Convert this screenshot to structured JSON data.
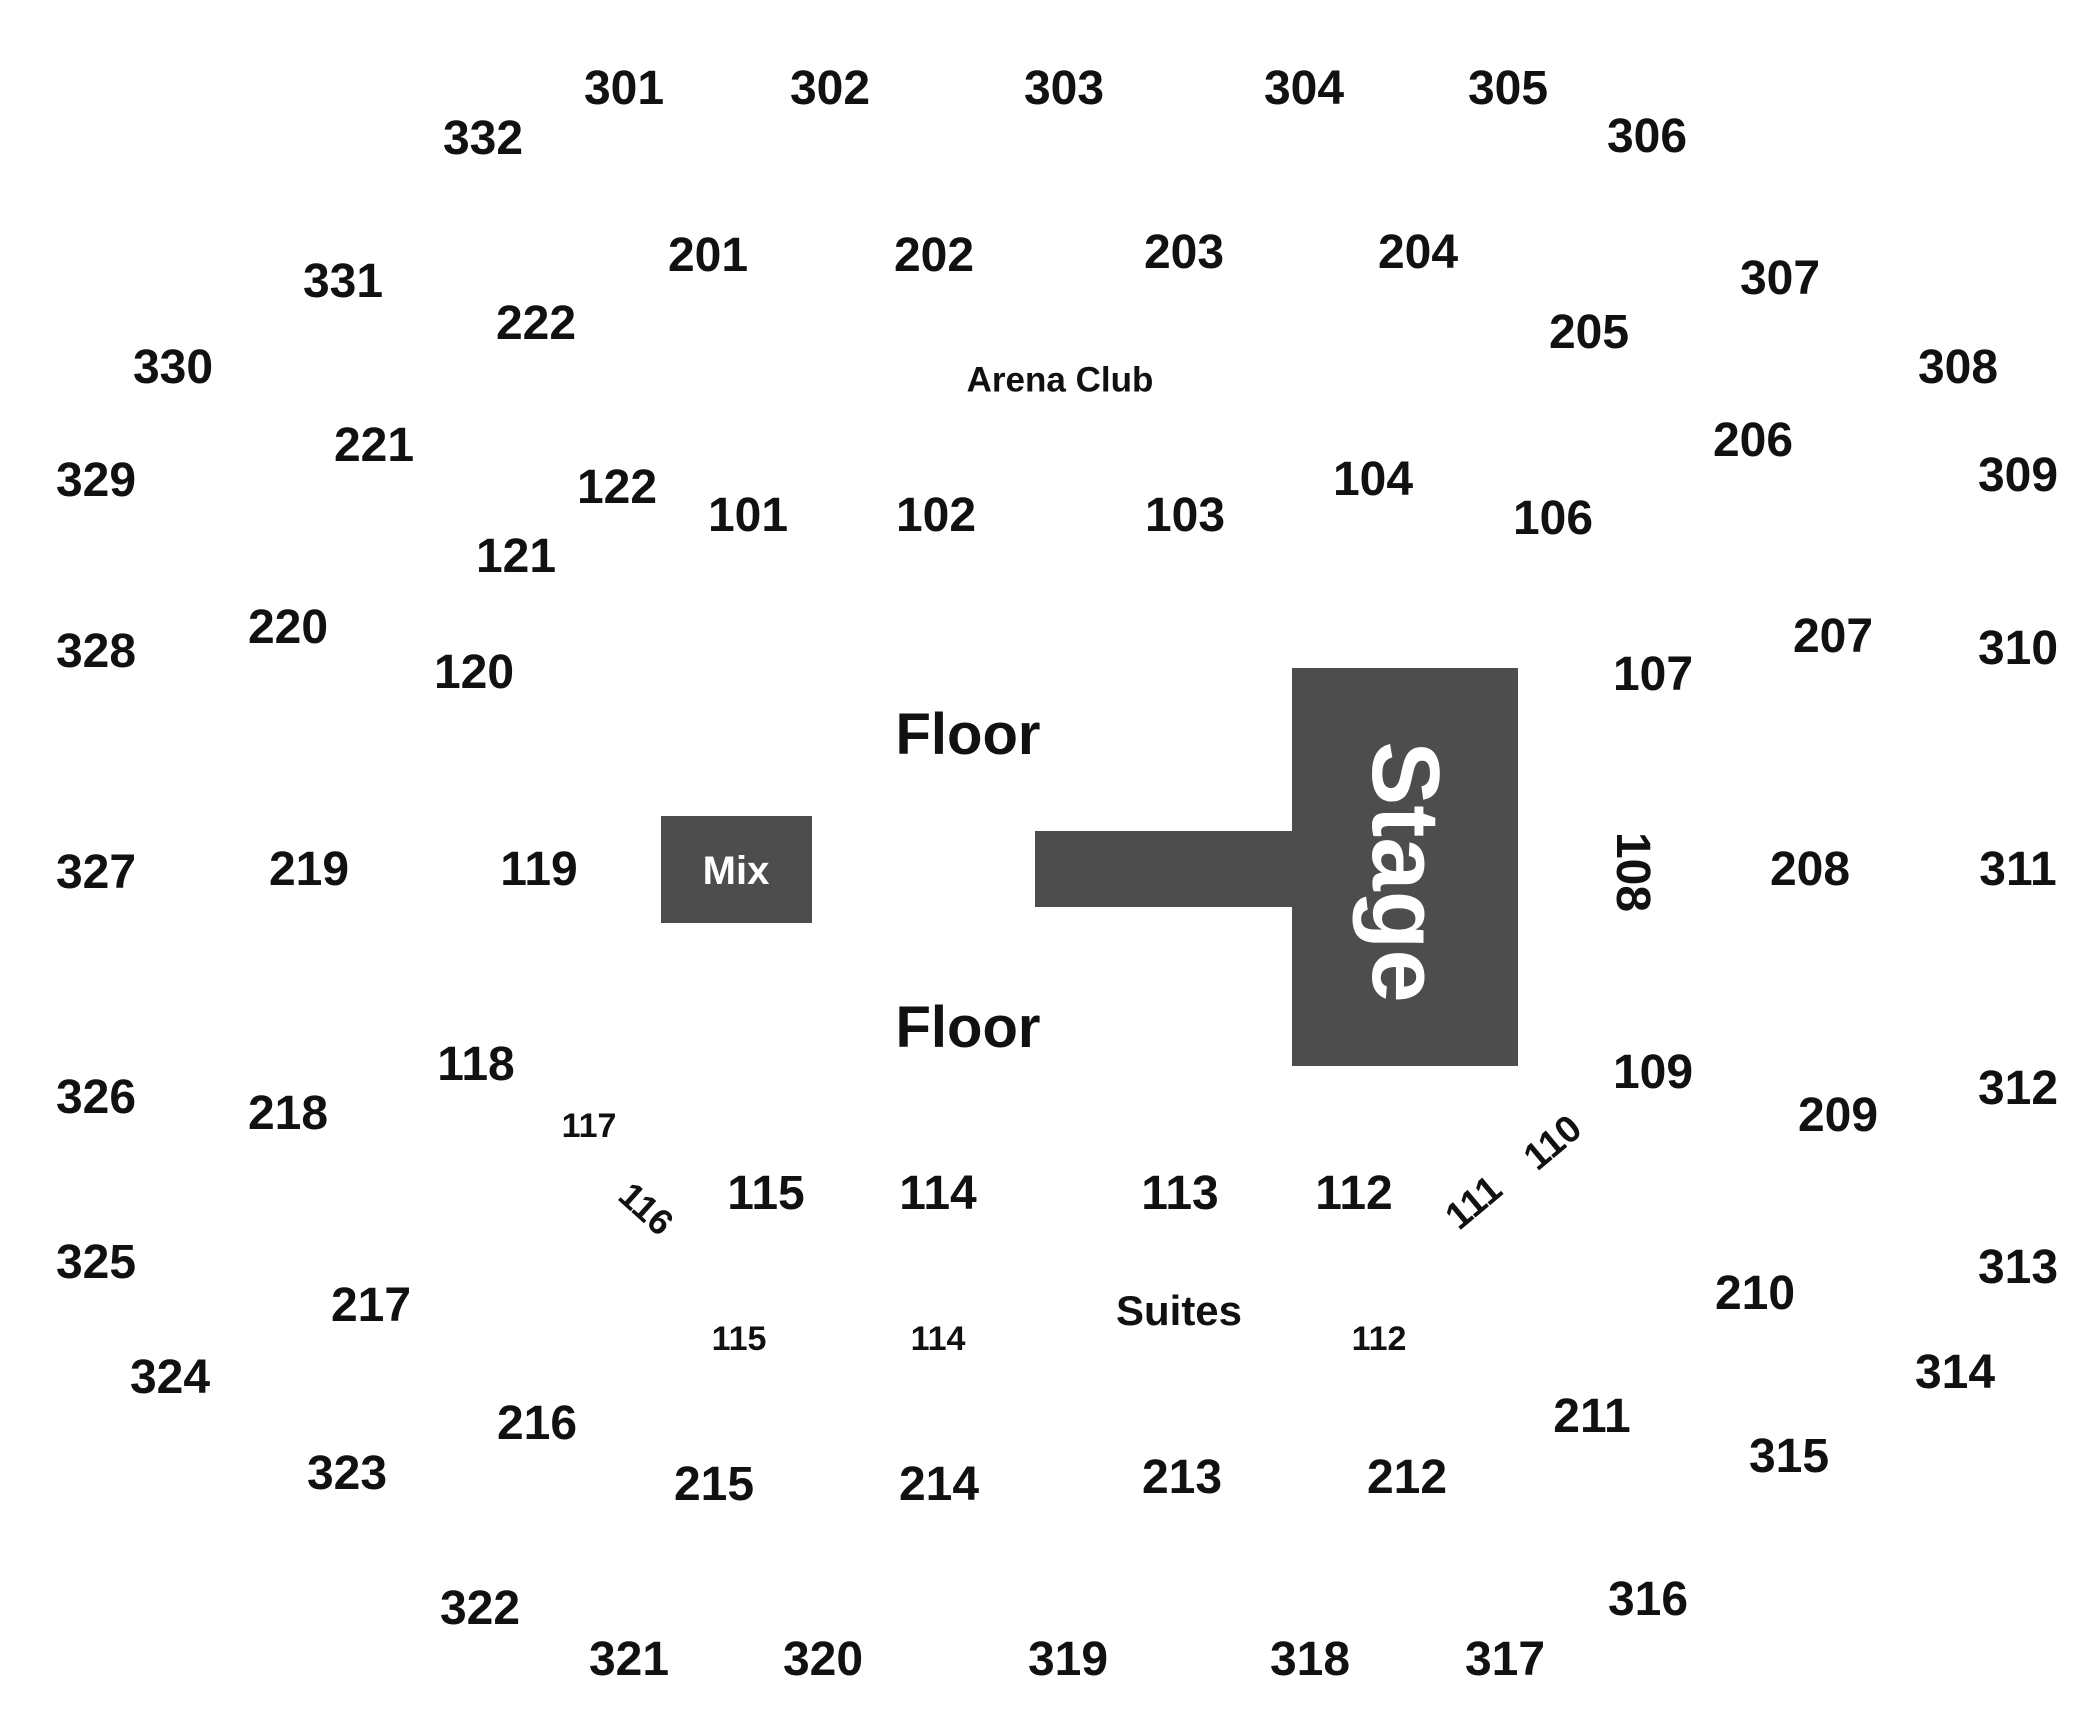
{
  "sections_300": [
    "301",
    "302",
    "303",
    "304",
    "305",
    "306",
    "307",
    "308",
    "309",
    "310",
    "311",
    "312",
    "313",
    "314",
    "315",
    "316",
    "317",
    "318",
    "319",
    "320",
    "321",
    "322",
    "323",
    "324",
    "325",
    "326",
    "327",
    "328",
    "329",
    "330",
    "331",
    "332"
  ],
  "sections_200": [
    "201",
    "202",
    "203",
    "204",
    "205",
    "206",
    "207",
    "208",
    "209",
    "210",
    "211",
    "212",
    "213",
    "214",
    "215",
    "216",
    "217",
    "218",
    "219",
    "220",
    "221",
    "222"
  ],
  "sections_100": [
    "101",
    "102",
    "103",
    "104",
    "106",
    "107",
    "108",
    "109",
    "110",
    "111",
    "112",
    "113",
    "114",
    "115",
    "116",
    "117",
    "118",
    "119",
    "120",
    "121",
    "122"
  ],
  "suites_sections": [
    "115",
    "114",
    "112"
  ],
  "areas": {
    "floor_top": "Floor",
    "floor_bottom": "Floor",
    "stage": "Stage",
    "mix": "Mix",
    "arena_club": "Arena Club",
    "suites": "Suites"
  },
  "colors": {
    "blocks": "#4d4d4d",
    "text": "#111111",
    "block_text": "#ffffff"
  }
}
